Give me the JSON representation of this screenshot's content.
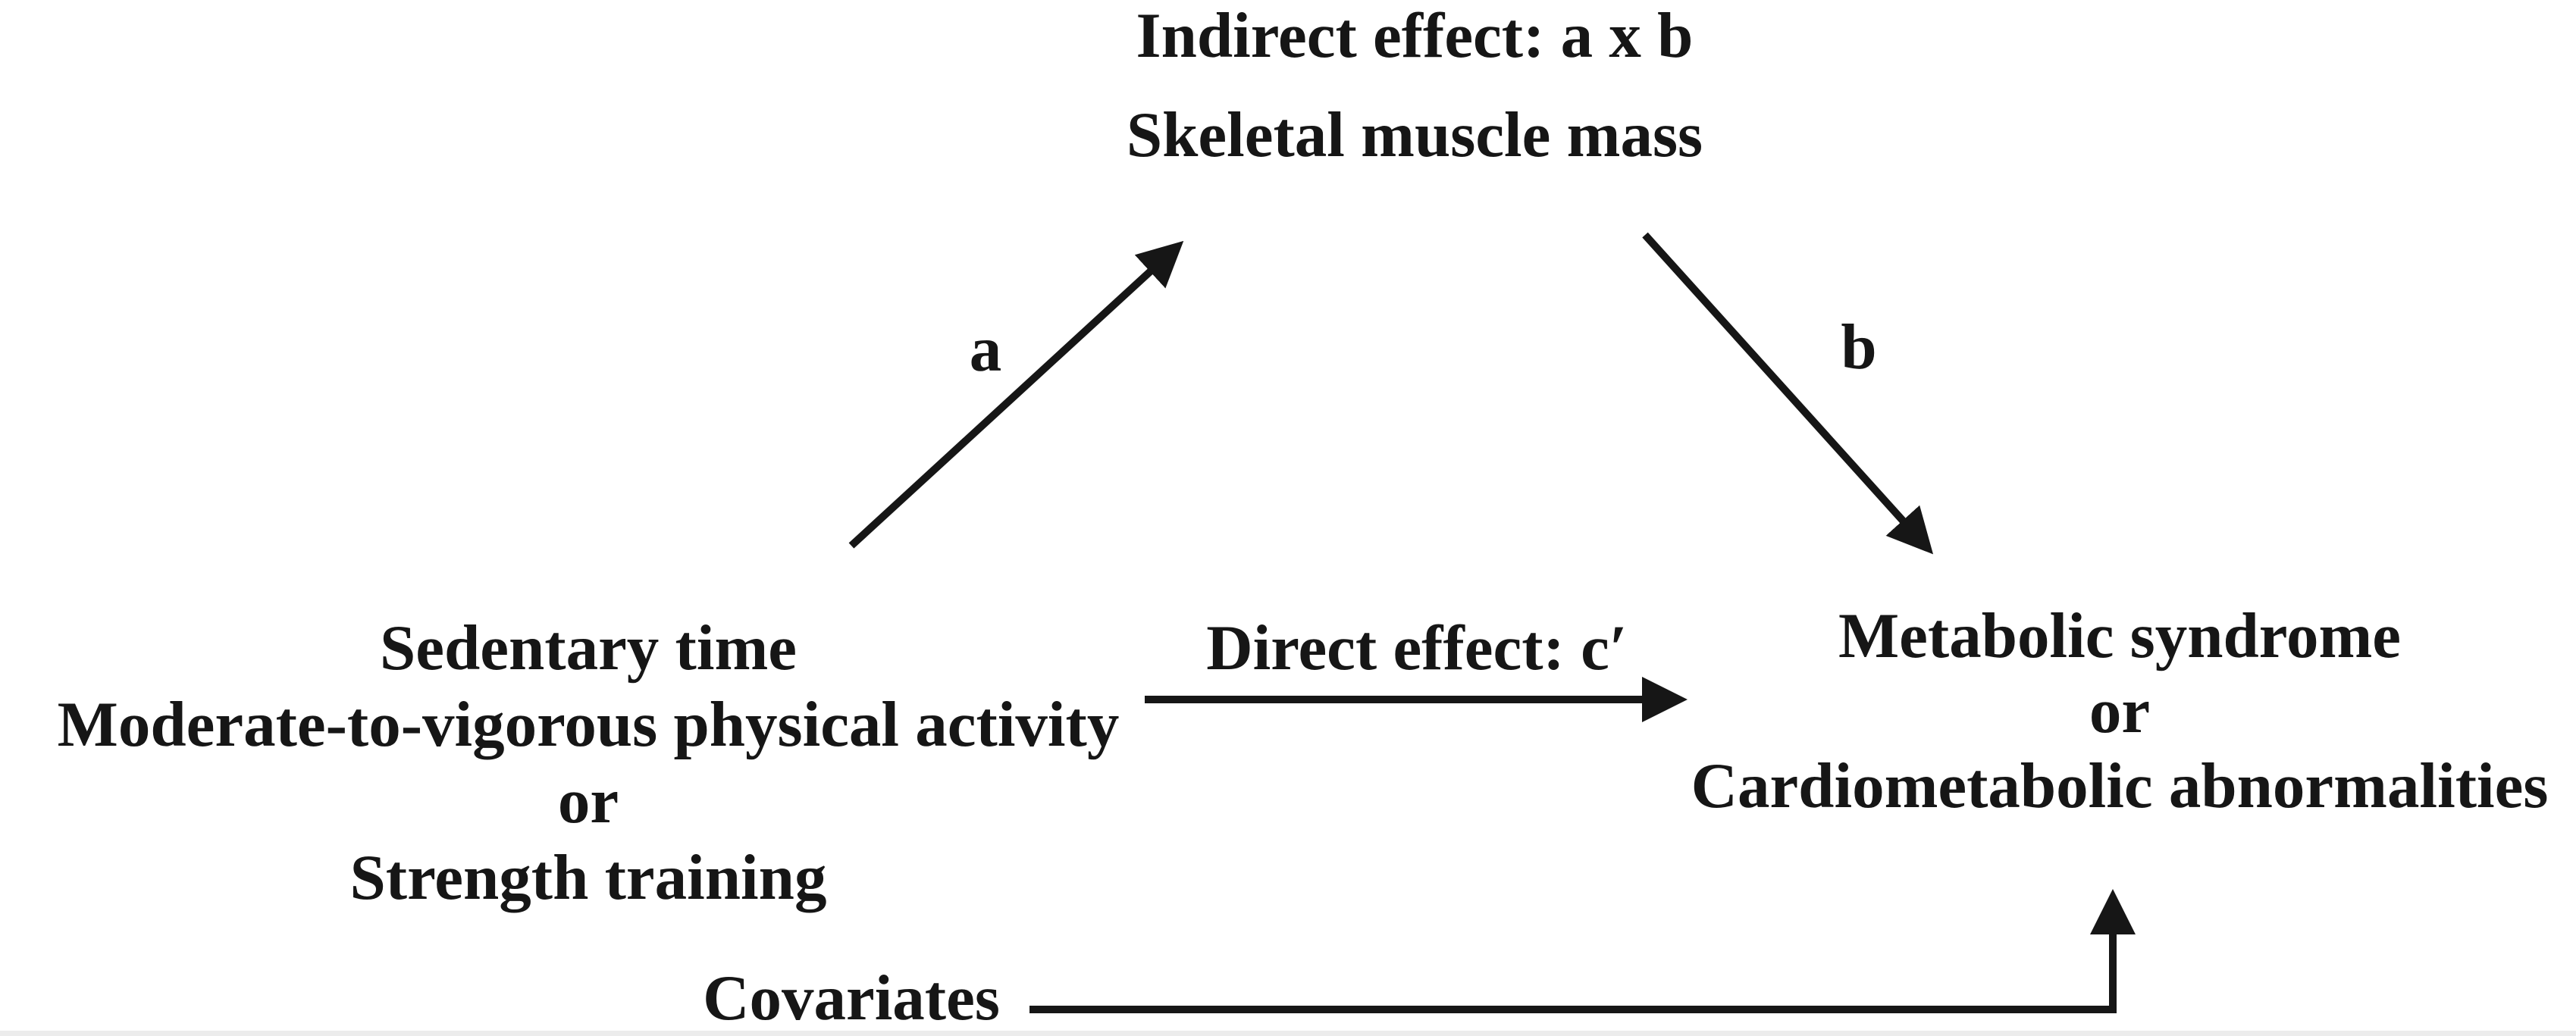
{
  "figure": {
    "background": "#ffffff",
    "ink": "#161616"
  },
  "mediator": {
    "indirect_effect_label": "Indirect effect: a x b",
    "node_label": "Skeletal muscle mass"
  },
  "exposure_node": {
    "lines": [
      "Sedentary time",
      "Moderate-to-vigorous physical activity",
      "or",
      "Strength training"
    ]
  },
  "outcome_node": {
    "lines": [
      "Metabolic syndrome",
      "or",
      "Cardiometabolic abnormalities"
    ]
  },
  "paths": {
    "a": {
      "label": "a"
    },
    "b": {
      "label": "b"
    },
    "direct": {
      "label": "Direct effect: c′"
    },
    "covariates": {
      "label": "Covariates"
    }
  }
}
